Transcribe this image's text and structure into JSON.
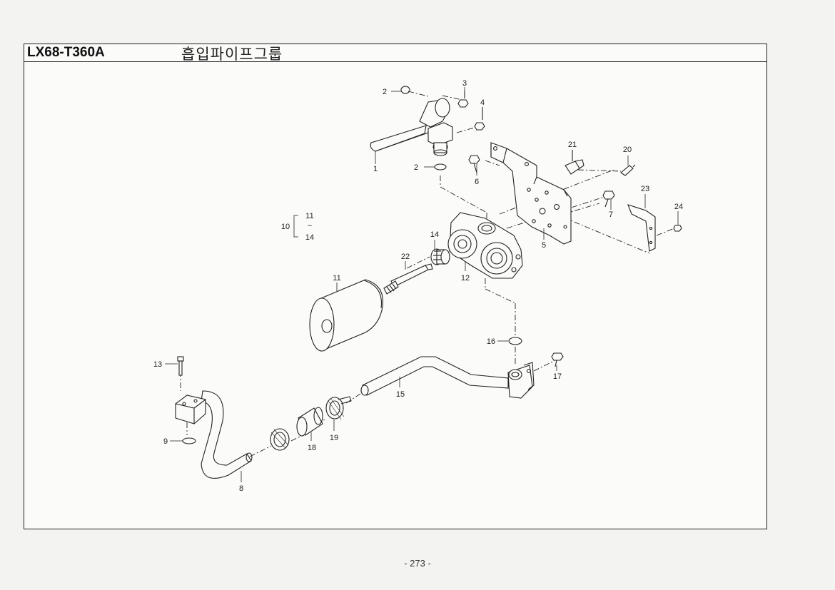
{
  "header": {
    "model": "LX68-T360A",
    "group_title": "흡입파이프그룹"
  },
  "callouts": {
    "c1": "1",
    "c2a": "2",
    "c2b": "2",
    "c3": "3",
    "c4": "4",
    "c5": "5",
    "c6": "6",
    "c7": "7",
    "c8": "8",
    "c9": "9",
    "c10": "10",
    "c10_top": "11",
    "c10_tilde": "~",
    "c10_bottom": "14",
    "c11": "11",
    "c12": "12",
    "c13": "13",
    "c14": "14",
    "c15": "15",
    "c16": "16",
    "c17": "17",
    "c18": "18",
    "c19": "19",
    "c20": "20",
    "c21": "21",
    "c22": "22",
    "c23": "23",
    "c24": "24"
  },
  "footer": {
    "page": "- 273 -"
  }
}
